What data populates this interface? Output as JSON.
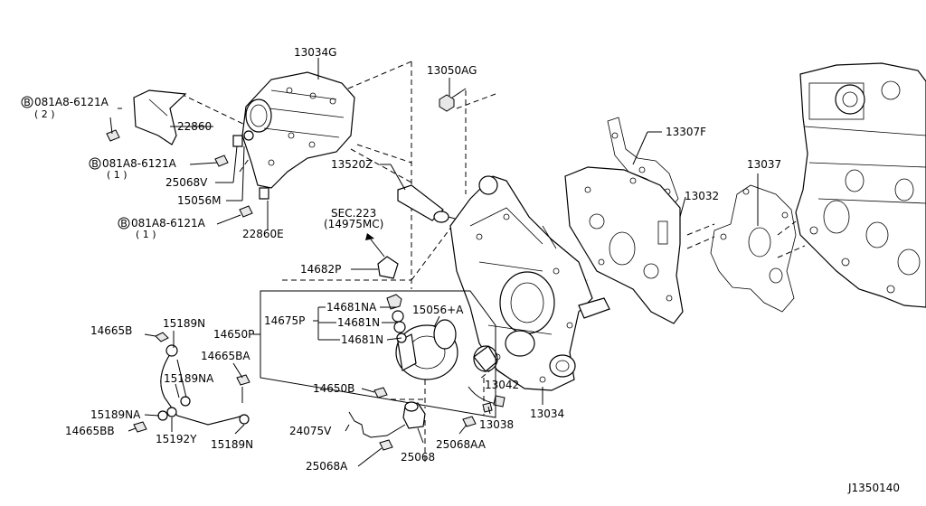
{
  "diagram_id": "J1350140",
  "callouts": {
    "bolt_b1": "081A8-6121A",
    "bolt_b1_qty": "( 2 )",
    "p22860": "22860",
    "bolt_b2": "081A8-6121A",
    "bolt_b2_qty": "( 1 )",
    "p25068V": "25068V",
    "p15056M": "15056M",
    "bolt_b3": "081A8-6121A",
    "bolt_b3_qty": "( 1 )",
    "p22860E": "22860E",
    "p13034G": "13034G",
    "p13050AG": "13050AG",
    "p13520Z": "13520Z",
    "sec_ref": "SEC.223",
    "sec_ref_sub": "(14975MC)",
    "p14682P": "14682P",
    "p13307F": "13307F",
    "p13037": "13037",
    "p13032": "13032",
    "p14681NA": "14681NA",
    "p14675P": "14675P",
    "p14681N_a": "14681N",
    "p14681N_b": "14681N",
    "p15056A": "15056+A",
    "p14650P": "14650P",
    "p14665B": "14665B",
    "p15189N_a": "15189N",
    "p14665BA": "14665BA",
    "p15189NA_a": "15189NA",
    "p15189NA_b": "15189NA",
    "p14665BB": "14665BB",
    "p15192Y": "15192Y",
    "p15189N_b": "15189N",
    "p14650B": "14650B",
    "p13042": "13042",
    "p13034": "13034",
    "p13038": "13038",
    "p24075V": "24075V",
    "p25068AA": "25068AA",
    "p25068A": "25068A",
    "p25068": "25068",
    "bolt_symbol": "B"
  }
}
